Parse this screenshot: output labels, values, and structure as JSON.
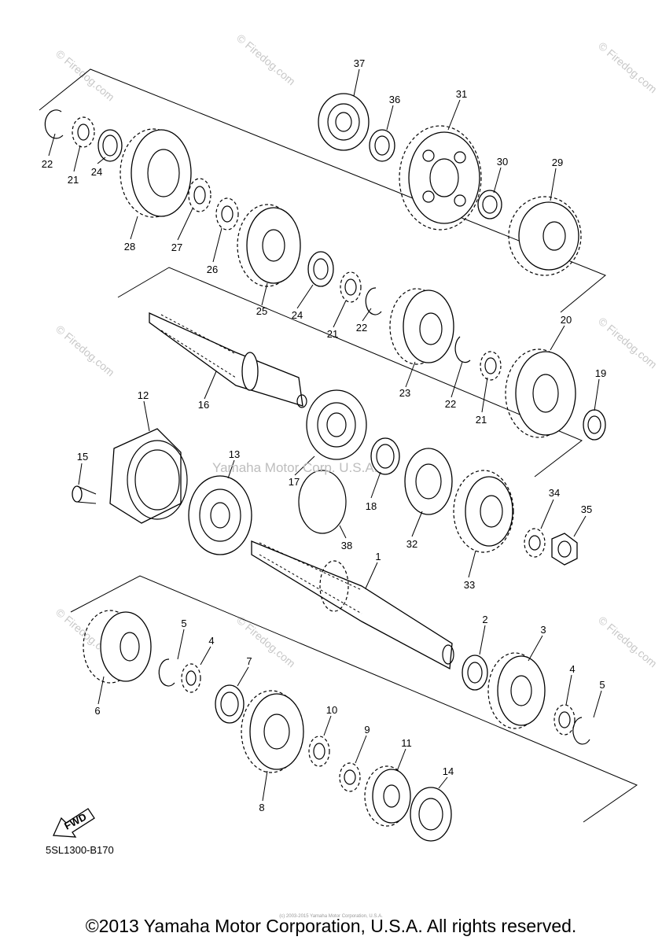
{
  "callouts": {
    "c1": "1",
    "c2": "2",
    "c3": "3",
    "c4": "4",
    "c5": "5",
    "c6": "6",
    "c7": "7",
    "c8": "8",
    "c9": "9",
    "c10": "10",
    "c11": "11",
    "c12": "12",
    "c13": "13",
    "c14": "14",
    "c15": "15",
    "c16": "16",
    "c17": "17",
    "c18": "18",
    "c19": "19",
    "c20": "20",
    "c21": "21",
    "c22": "22",
    "c23": "23",
    "c24": "24",
    "c25": "25",
    "c26": "26",
    "c27": "27",
    "c28": "28",
    "c29": "29",
    "c30": "30",
    "c31": "31",
    "c32": "32",
    "c33": "33",
    "c34": "34",
    "c35": "35",
    "c36": "36",
    "c37": "37",
    "c38": "38"
  },
  "fwd_label": "FWD",
  "diagram_code": "5SL1300-B170",
  "watermark": "Yamaha Motor Corp. U.S.A.",
  "site_watermark": "© Firedog.com",
  "tiny_notice": "(c) 2003-2015 Yamaha Motor Corporation, U.S.A.",
  "copyright": "©2013 Yamaha Motor Corporation, U.S.A. All rights reserved."
}
